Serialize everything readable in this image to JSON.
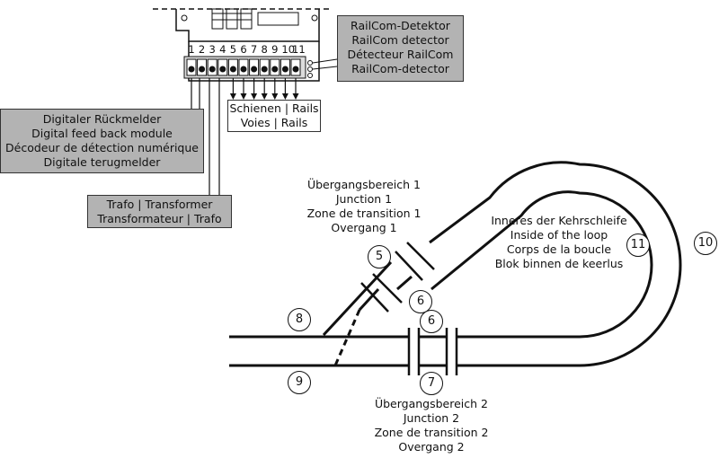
{
  "railcom_detector": {
    "lines": [
      "RailCom-Detektor",
      "RailCom detector",
      "Détecteur RailCom",
      "RailCom-detector"
    ]
  },
  "rails_box": {
    "lines": [
      "Schienen | Rails",
      "Voies | Rails"
    ]
  },
  "feedback_module": {
    "lines": [
      "Digitaler Rückmelder",
      "Digital feed back module",
      "Décodeur de détection numérique",
      "Digitale terugmelder"
    ]
  },
  "transformer": {
    "lines": [
      "Trafo | Transformer",
      "Transformateur | Trafo"
    ]
  },
  "junction_1": {
    "lines": [
      "Übergangsbereich 1",
      "Junction 1",
      "Zone de transition 1",
      "Overgang 1"
    ]
  },
  "junction_2": {
    "lines": [
      "Übergangsbereich 2",
      "Junction 2",
      "Zone de transition 2",
      "Overgang 2"
    ]
  },
  "loop_inside": {
    "lines": [
      "Inneres der Kehrschleife",
      "Inside of the loop",
      "Corps de la boucle",
      "Blok binnen de keerlus"
    ]
  },
  "terminals": [
    "1",
    "2",
    "3",
    "4",
    "5",
    "6",
    "7",
    "8",
    "9",
    "10",
    "11"
  ],
  "markers": {
    "m5": "5",
    "m6a": "6",
    "m6b": "6",
    "m7": "7",
    "m8": "8",
    "m9": "9",
    "m10": "10",
    "m11": "11"
  },
  "colors": {
    "box_fill": "#b3b3b3",
    "line": "#111111"
  }
}
